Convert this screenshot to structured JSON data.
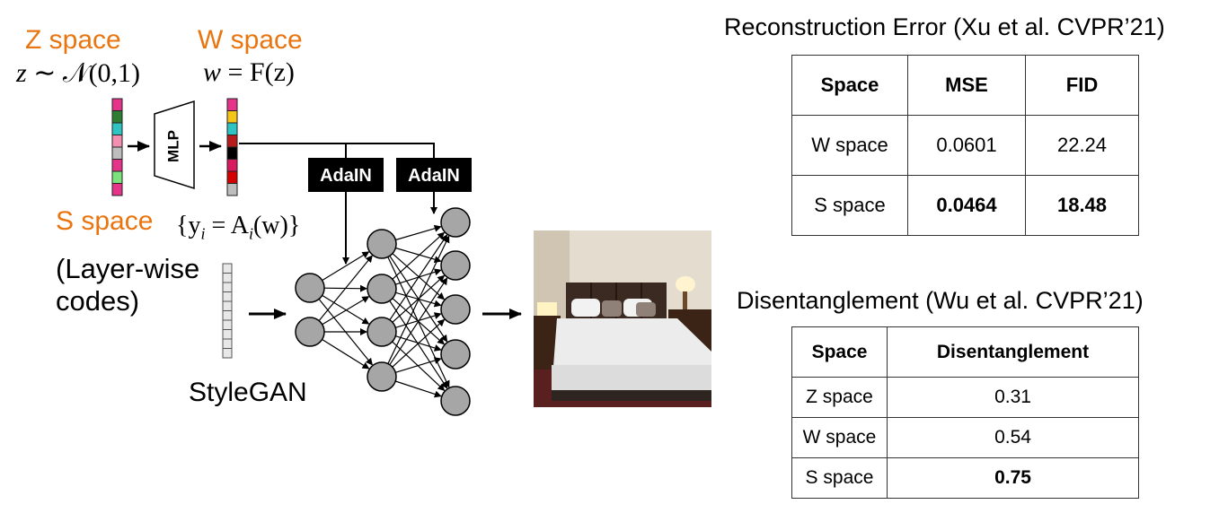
{
  "z_space": {
    "label": "Z space",
    "formula_var": "z",
    "formula_rest": " ∼ 𝒩(0,1)"
  },
  "w_space": {
    "label": "W space",
    "formula_var": "w",
    "formula_rest": " = F(z)"
  },
  "s_space": {
    "label": "S space",
    "formula": "{y",
    "formula_sub": "i",
    "formula_rest": " = A",
    "formula_sub2": "i",
    "formula_end": "(w)}"
  },
  "layer_wise_codes": "(Layer-wise\ncodes)",
  "mlp_label": "MLP",
  "adain_labels": [
    "AdaIN",
    "AdaIN"
  ],
  "stylegan_label": "StyleGAN",
  "colors": {
    "accent": "#E8750F",
    "z_vector": [
      "#E6338A",
      "#2E7D32",
      "#2EC4C4",
      "#F48FB1",
      "#BDBDBD",
      "#E6338A",
      "#7CE37C",
      "#E6338A"
    ],
    "w_vector": [
      "#E6338A",
      "#F5C518",
      "#2EC4C4",
      "#B71C1C",
      "#000000",
      "#D81B60",
      "#D50000",
      "#BDBDBD"
    ],
    "neuron": "#A6A6A6"
  },
  "icons": {
    "output_image": "bedroom-photo"
  },
  "table1": {
    "title": "Reconstruction Error (Xu et al. CVPR’21)",
    "headers": [
      "Space",
      "MSE",
      "FID"
    ],
    "rows": [
      [
        "W space",
        "0.0601",
        "22.24"
      ],
      [
        "S space",
        "0.0464",
        "18.48"
      ]
    ]
  },
  "table2": {
    "title": "Disentanglement (Wu et al. CVPR’21)",
    "headers": [
      "Space",
      "Disentanglement"
    ],
    "rows": [
      [
        "Z space",
        "0.31"
      ],
      [
        "W space",
        "0.54"
      ],
      [
        "S space",
        "0.75"
      ]
    ]
  }
}
